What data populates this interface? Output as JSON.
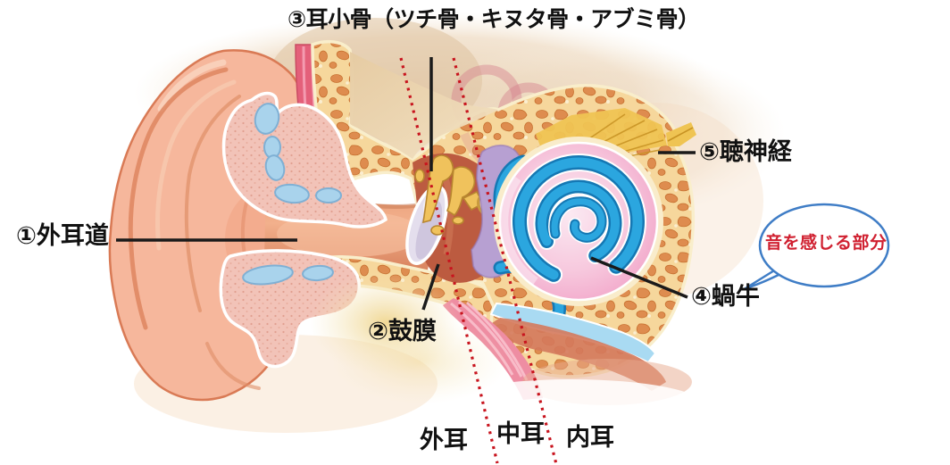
{
  "labels": {
    "ossicles": "③耳小骨（ツチ骨・キヌタ骨・アブミ骨）",
    "ear_canal": "①外耳道",
    "eardrum": "②鼓膜",
    "cochlea": "④蝸牛",
    "auditory_nerve": "⑤聴神経",
    "bubble_note": "音を感じる部分"
  },
  "regions": {
    "outer_ear": "外耳",
    "middle_ear": "中耳",
    "inner_ear": "内耳"
  },
  "colors": {
    "label_text": "#111111",
    "bubble_outline_blue": "#3F7DC6",
    "bubble_text_red": "#D02030",
    "divider_dotted_red": "#C8141E",
    "pointer_line_black": "#1A1A1A",
    "pinna_skin": "#F6B79C",
    "bone_tan": "#F6D79C",
    "bone_holes_orange": "#DE8C4F",
    "middle_ear_cavity": "#BC5B40",
    "ossicle_gold": "#F0C25C",
    "cochlea_pink": "#F2A9CB",
    "cochlea_duct_blue": "#2BA6DF",
    "vestibule_lavender": "#B7A0D2",
    "nerve_yellow": "#EFC453",
    "cartilage_blue": "#A9D3EC",
    "muscle_red": "#E4607A"
  }
}
